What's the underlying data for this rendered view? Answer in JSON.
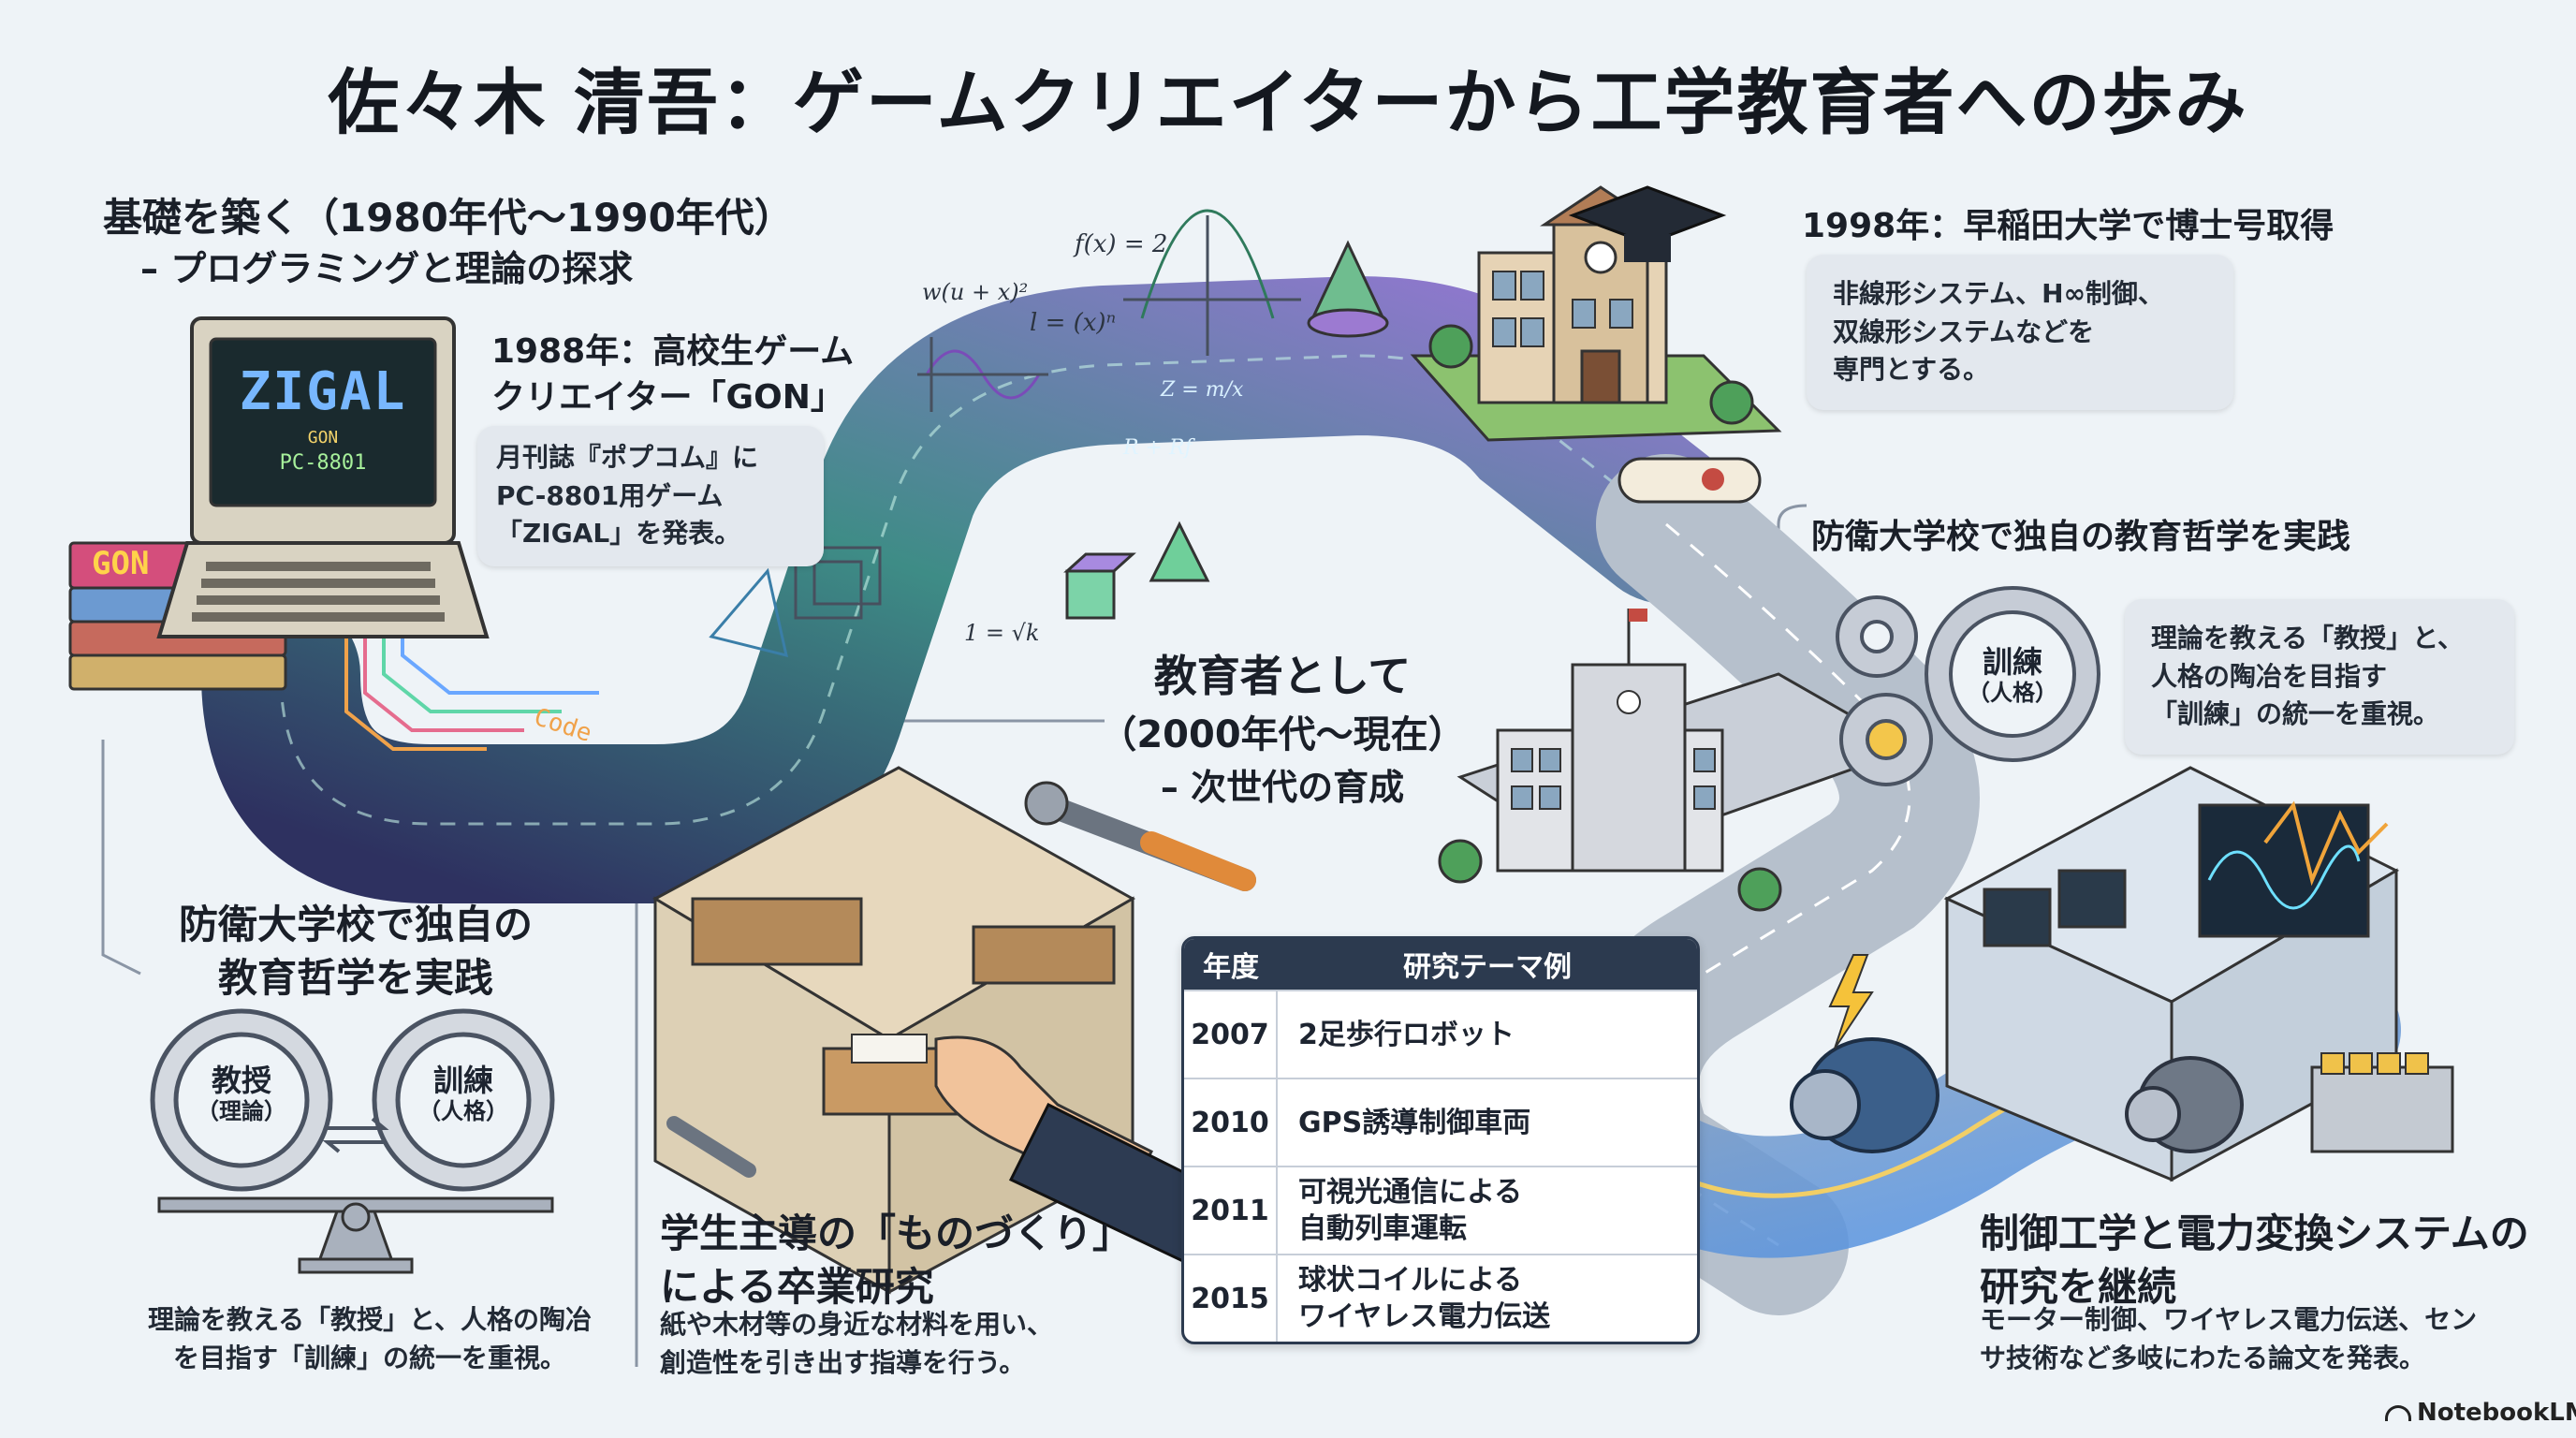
{
  "title": "佐々木 清吾：ゲームクリエイターから工学教育者への歩み",
  "foundation": {
    "heading": "基礎を築く（1980年代〜1990年代）",
    "subheading": "– プログラミングと理論の探求"
  },
  "gon": {
    "heading_line1": "1988年：高校生ゲーム",
    "heading_line2": "クリエイター「GON」",
    "desc_line1": "月刊誌『ポプコム』に",
    "desc_line2": "PC-8801用ゲーム",
    "desc_line3": "「ZIGAL」を発表。"
  },
  "computer_screen": {
    "title": "ZIGAL",
    "line1": "GON",
    "line2": "PC-8801"
  },
  "book_cover": "GON",
  "phd": {
    "heading": "1998年：早稲田大学で博士号取得",
    "desc_line1": "非線形システム、H∞制御、",
    "desc_line2": "双線形システムなどを",
    "desc_line3": "専門とする。"
  },
  "nda_right": {
    "heading": "防衛大学校で独自の教育哲学を実践",
    "gear_label_line1": "訓練",
    "gear_label_line2": "（人格）",
    "desc_line1": "理論を教える「教授」と、",
    "desc_line2": "人格の陶冶を目指す",
    "desc_line3": "「訓練」の統一を重視。"
  },
  "educator": {
    "line1": "教育者として",
    "line2": "（2000年代〜現在）",
    "line3": "– 次世代の育成"
  },
  "nda_left": {
    "heading_line1": "防衛大学校で独自の",
    "heading_line2": "教育哲学を実践",
    "gear1_line1": "教授",
    "gear1_line2": "（理論）",
    "gear2_line1": "訓練",
    "gear2_line2": "（人格）",
    "desc_line1": "理論を教える「教授」と、人格の陶冶",
    "desc_line2": "を目指す「訓練」の統一を重視。"
  },
  "monozukuri": {
    "heading_line1": "学生主導の「ものづくり」",
    "heading_line2": "による卒業研究",
    "desc_line1": "紙や木材等の身近な材料を用い、",
    "desc_line2": "創造性を引き出す指導を行う。"
  },
  "research_table": {
    "col_year": "年度",
    "col_theme": "研究テーマ例",
    "rows": [
      {
        "year": "2007",
        "theme_line1": "2足歩行ロボット",
        "theme_line2": ""
      },
      {
        "year": "2010",
        "theme_line1": "GPS誘導制御車両",
        "theme_line2": ""
      },
      {
        "year": "2011",
        "theme_line1": "可視光通信による",
        "theme_line2": "自動列車運転"
      },
      {
        "year": "2015",
        "theme_line1": "球状コイルによる",
        "theme_line2": "ワイヤレス電力伝送"
      }
    ]
  },
  "control": {
    "heading_line1": "制御工学と電力変換システムの",
    "heading_line2": "研究を継続",
    "desc_line1": "モーター制御、ワイヤレス電力伝送、セン",
    "desc_line2": "サ技術など多岐にわたる論文を発表。"
  },
  "formulas": {
    "f1": "f(x) = 2",
    "f2": "w(u + x)²",
    "f3": "l = (x)ⁿ",
    "f4": "Z = m/x",
    "f5": "R + Rf",
    "f6": "1 = √k"
  },
  "road_text": "Code",
  "brand": "NotebookLM",
  "colors": {
    "road_start": "#3a3f6e",
    "road_mid": "#3f8f8a",
    "road_end": "#8a74c9",
    "accent_blue": "#3a8fe0",
    "accent_yellow": "#f5c23a"
  }
}
